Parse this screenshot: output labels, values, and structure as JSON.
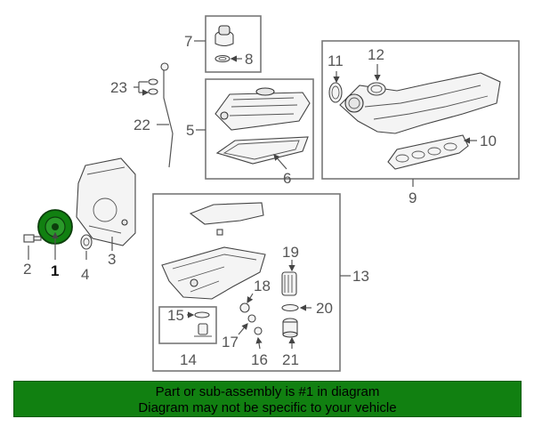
{
  "labels": {
    "p1": "1",
    "p2": "2",
    "p3": "3",
    "p4": "4",
    "p5": "5",
    "p6": "6",
    "p7": "7",
    "p8": "8",
    "p9": "9",
    "p10": "10",
    "p11": "11",
    "p12": "12",
    "p13": "13",
    "p14": "14",
    "p15": "15",
    "p16": "16",
    "p17": "17",
    "p18": "18",
    "p19": "19",
    "p20": "20",
    "p21": "21",
    "p22": "22",
    "p23": "23"
  },
  "highlight": {
    "part_number": "1",
    "color": "#118011"
  },
  "footer": {
    "line1": "Part or sub-assembly is #1 in diagram",
    "line2": "Diagram may not be specific to your vehicle",
    "background": "#118011"
  }
}
